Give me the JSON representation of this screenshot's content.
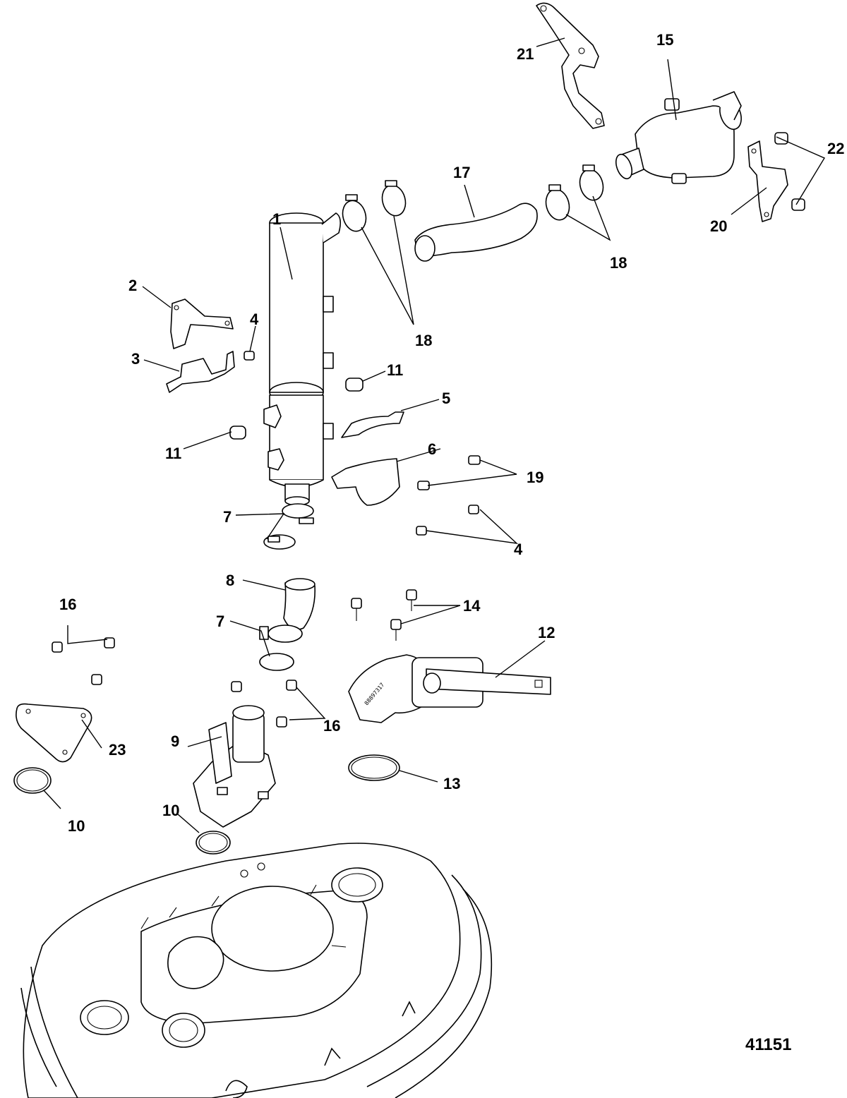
{
  "figure": {
    "id_label": "41151",
    "line_color": "#000000",
    "background": "#ffffff"
  },
  "callouts": {
    "c1": "1",
    "c2": "2",
    "c3": "3",
    "c4a": "4",
    "c4b": "4",
    "c5": "5",
    "c6": "6",
    "c7a": "7",
    "c7b": "7",
    "c8": "8",
    "c9": "9",
    "c10a": "10",
    "c10b": "10",
    "c11a": "11",
    "c11b": "11",
    "c12": "12",
    "c13": "13",
    "c14": "14",
    "c15": "15",
    "c16a": "16",
    "c16b": "16",
    "c17": "17",
    "c18a": "18",
    "c18b": "18",
    "c19": "19",
    "c20": "20",
    "c21": "21",
    "c22": "22",
    "c23": "23"
  }
}
